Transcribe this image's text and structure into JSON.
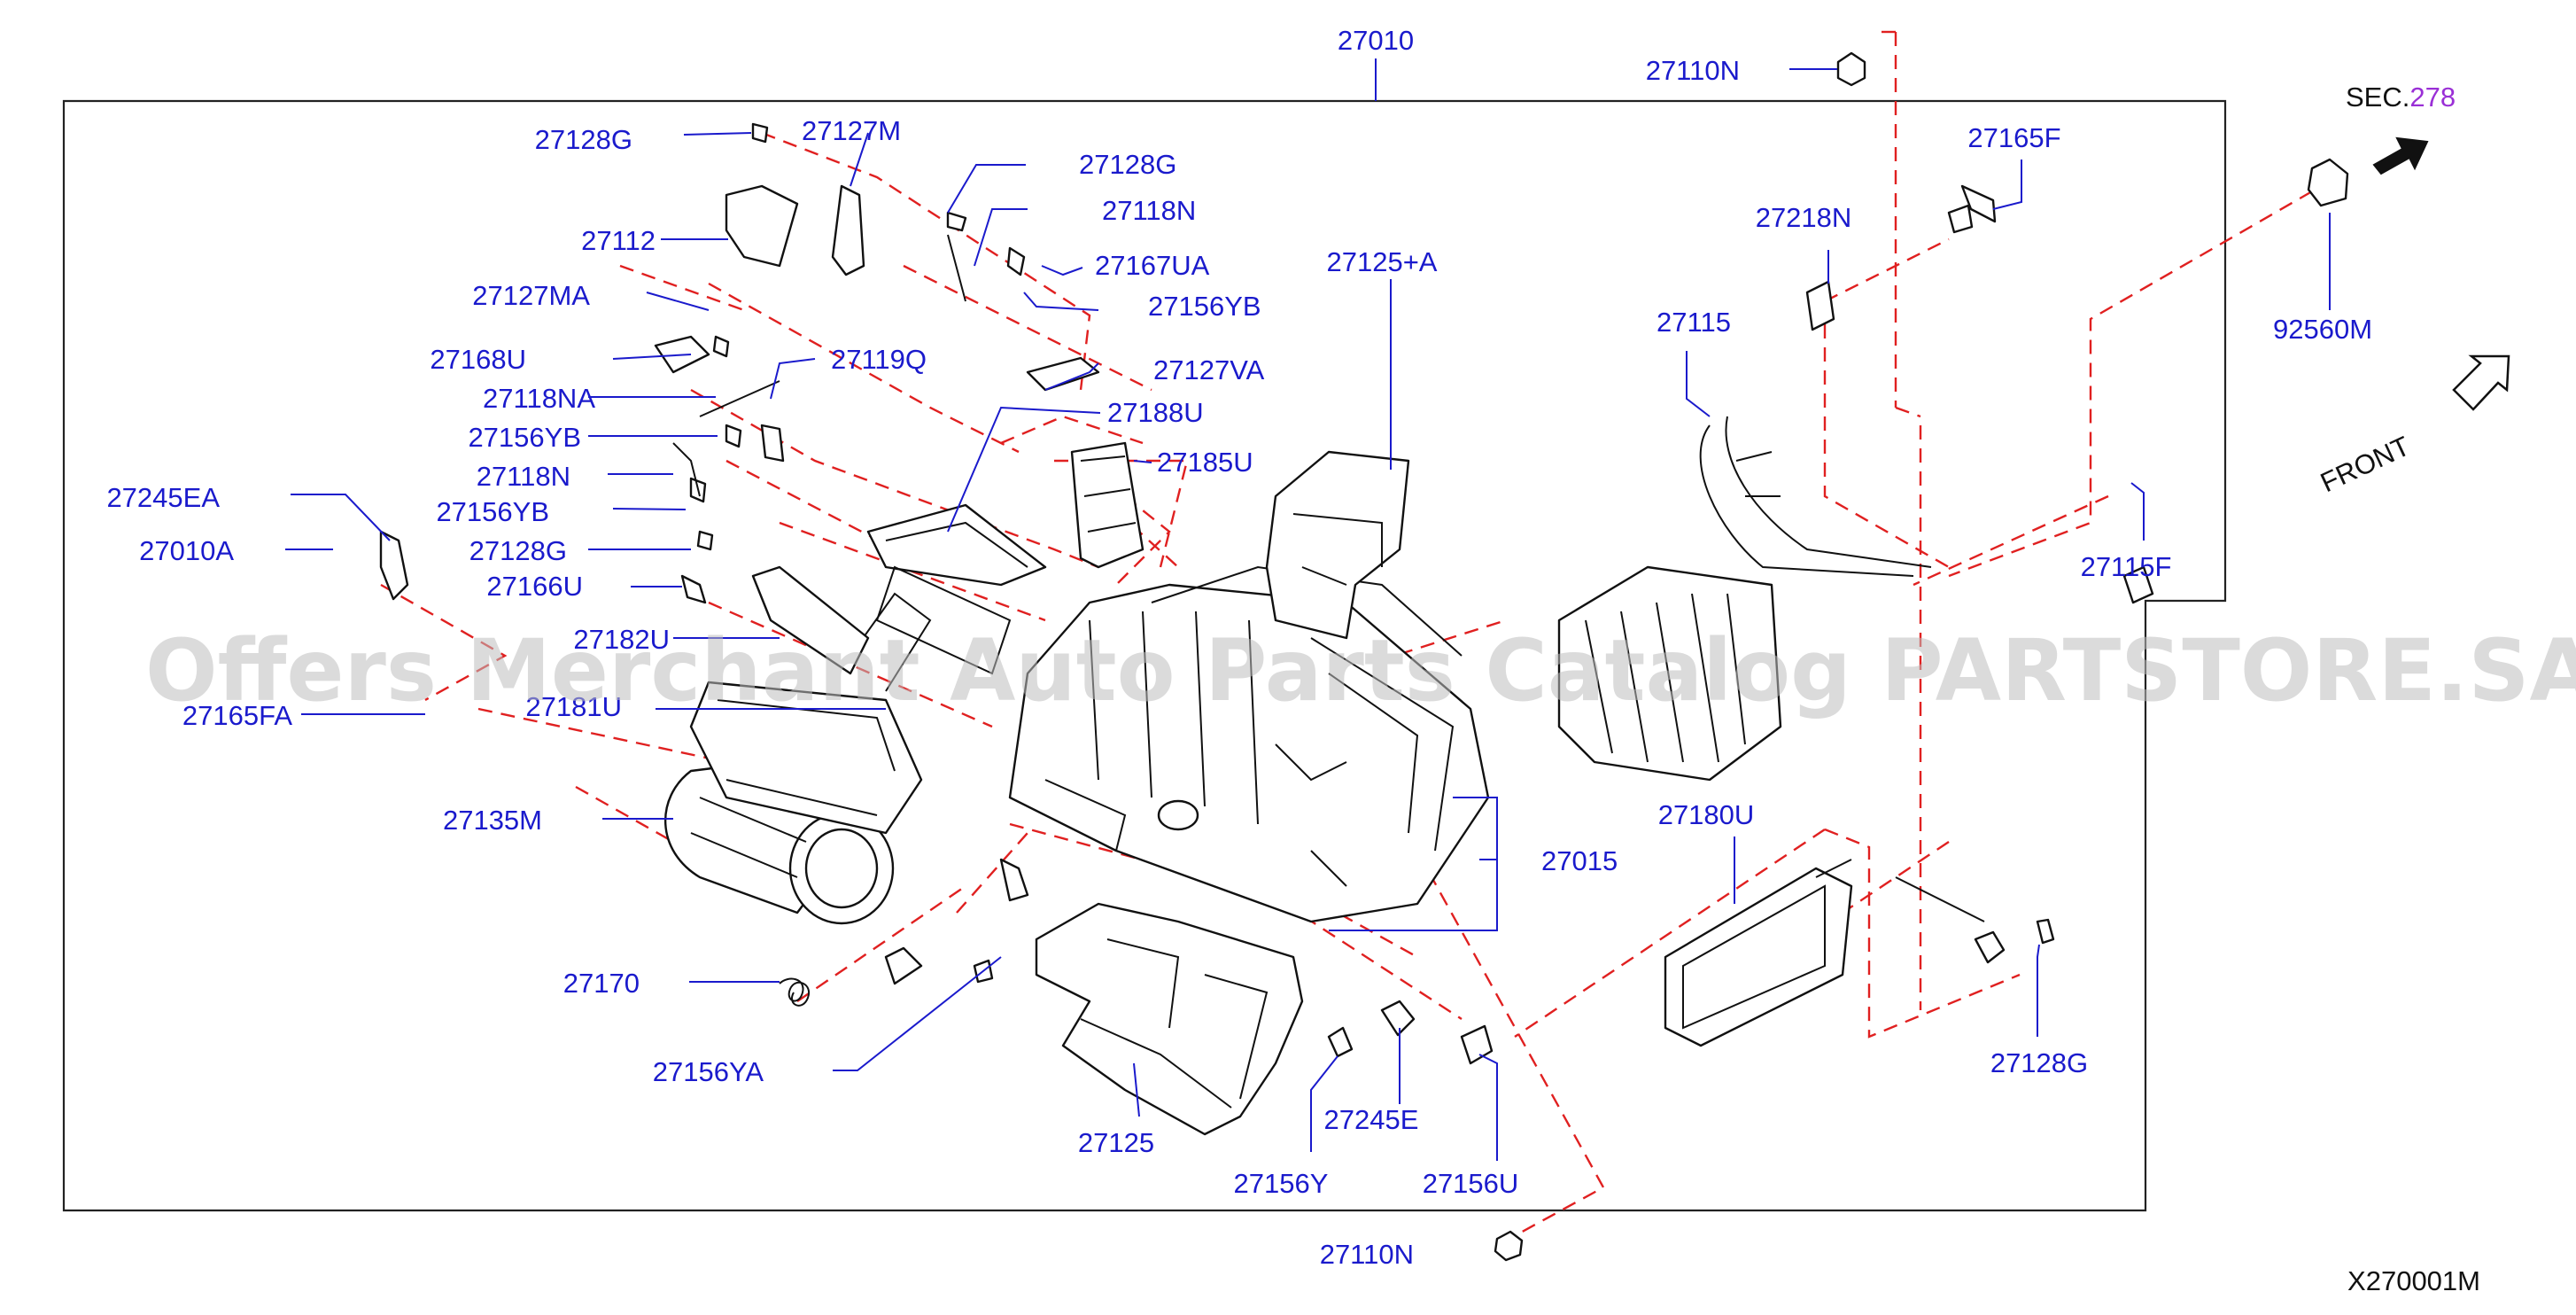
{
  "watermark": "Offers Merchant Auto Parts Catalog PARTSTORE.SA",
  "diagram_code": "X270001M",
  "section_ref": {
    "prefix": "SEC.",
    "number": "278"
  },
  "direction_label": "FRONT",
  "colors": {
    "label": "#1a1acc",
    "leader": "#1a1acc",
    "phantom": "#e02020",
    "section_number": "#9a2fd6",
    "line": "#111111"
  },
  "labels": {
    "assembly": "27010",
    "nut_top": "27110N",
    "nut_bottom": "27110N",
    "clip_27128G_a": "27128G",
    "lever_27127M": "27127M",
    "clip_27128G_b": "27128G",
    "rod_27118N_a": "27118N",
    "bracket_27112": "27112",
    "link_27167UA": "27167UA",
    "link_27127MA": "27127MA",
    "clip_27156YB_a": "27156YB",
    "rod_27168U": "27168U",
    "lever_27119Q": "27119Q",
    "lever_27127VA": "27127VA",
    "rod_27118NA": "27118NA",
    "door_27188U": "27188U",
    "clip_27156YB_b": "27156YB",
    "door_27185U": "27185U",
    "rod_27118N_b": "27118N",
    "clip_27156YB_c": "27156YB",
    "bracket_27245EA": "27245EA",
    "screw_27010A": "27010A",
    "clip_27128G_c": "27128G",
    "link_27166U": "27166U",
    "door_27182U": "27182U",
    "door_27181U": "27181U",
    "screw_27165FA": "27165FA",
    "motor_27135M": "27135M",
    "spring_27170": "27170",
    "clip_27156YA": "27156YA",
    "case_27125": "27125",
    "case_27125A": "27125+A",
    "bracket_27245E": "27245E",
    "clip_27156Y": "27156Y",
    "clip_27156U": "27156U",
    "case_27015": "27015",
    "heater_core_27115": "27115",
    "screw_27165F": "27165F",
    "clamp_27218N": "27218N",
    "grommet_27115F": "27115F",
    "evaporator_27180U": "27180U",
    "clip_27128G_d": "27128G",
    "grommet_92560M": "92560M"
  }
}
